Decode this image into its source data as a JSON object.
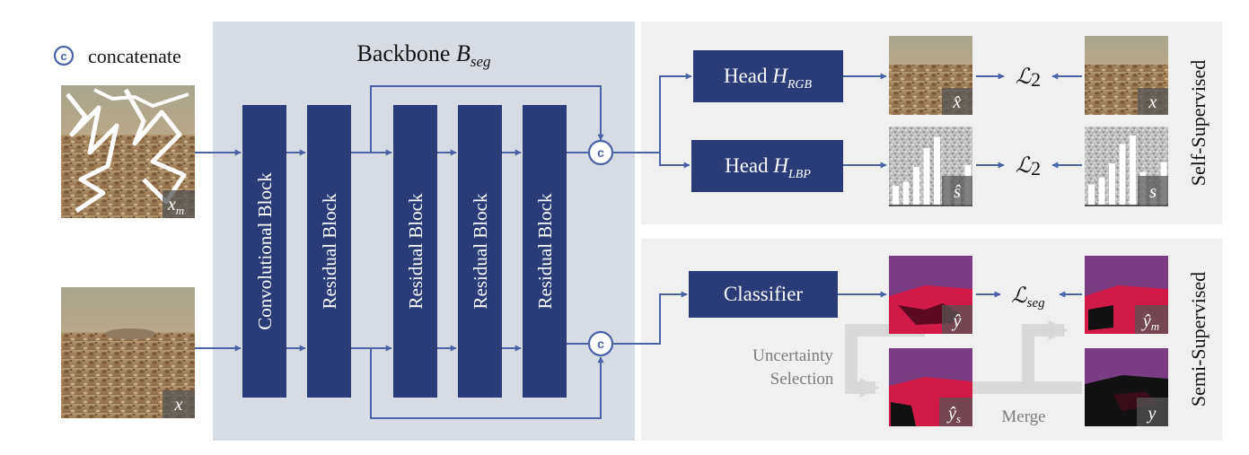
{
  "legend": {
    "symbol": "c",
    "label": "concatenate"
  },
  "inputs": {
    "masked": {
      "label": "x",
      "sub": "m"
    },
    "original": {
      "label": "x"
    }
  },
  "backbone": {
    "title": "Backbone ",
    "title_var": "B",
    "title_sub": "seg",
    "blocks": [
      "Convolutional Block",
      "Residual Block",
      "Residual Block",
      "Residual Block",
      "Residual Block"
    ]
  },
  "concat_symbol": "c",
  "self_supervised": {
    "section_label": "Self-Supervised",
    "head_rgb": {
      "prefix": "Head ",
      "var": "H",
      "sub": "RGB"
    },
    "head_lbp": {
      "prefix": "Head ",
      "var": "H",
      "sub": "LBP"
    },
    "out_rgb_label": "x̂",
    "target_rgb_label": "x",
    "out_lbp_label": "ŝ",
    "target_lbp_label": "s",
    "loss_var": "ℒ",
    "loss_sub": "2",
    "lbp_hist_pred": [
      0.28,
      0.34,
      0.55,
      0.82,
      0.98,
      0.42,
      0.2,
      0.58
    ],
    "lbp_hist_target": [
      0.3,
      0.4,
      0.6,
      0.88,
      1.0,
      0.48,
      0.22,
      0.62
    ]
  },
  "semi_supervised": {
    "section_label": "Semi-Supervised",
    "classifier": "Classifier",
    "pred_label": "ŷ",
    "pseudo_label_var": "ŷ",
    "pseudo_label_sub": "m",
    "selected_var": "ŷ",
    "selected_sub": "s",
    "gt_label": "y",
    "loss_var": "ℒ",
    "loss_sub": "seg",
    "uncertainty_line1": "Uncertainty",
    "uncertainty_line2": "Selection",
    "merge": "Merge"
  },
  "colors": {
    "block": "#2b3b78",
    "arrow": "#4a62a6",
    "backbone_bg": "#d7dbe3",
    "panel_bg": "#f0f0f0",
    "seg_sky": "#7a3d84",
    "seg_rock": "#d11a48",
    "gray_arrow": "#d8d8d8"
  }
}
